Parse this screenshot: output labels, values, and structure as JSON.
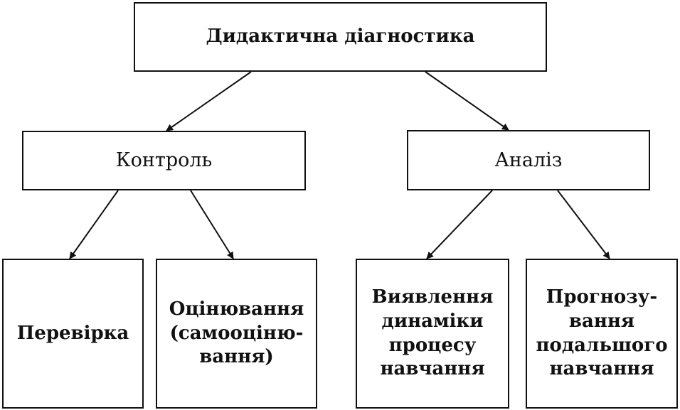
{
  "root": {
    "label": "Дидактична діагностика"
  },
  "level1": {
    "control": {
      "label": "Контроль"
    },
    "analysis": {
      "label": "Аналіз"
    }
  },
  "level2": {
    "check": {
      "label": "Перевірка"
    },
    "assessment": {
      "label": "Оцінювання\n(самооціню-\nвання)"
    },
    "dynamics": {
      "label": "Виявлення\nдинаміки\nпроцесу\nнавчання"
    },
    "forecast": {
      "label": "Прогнозу-\nвання\nподальшого\nнавчання"
    }
  },
  "colors": {
    "line": "#111111",
    "background": "#ffffff"
  }
}
